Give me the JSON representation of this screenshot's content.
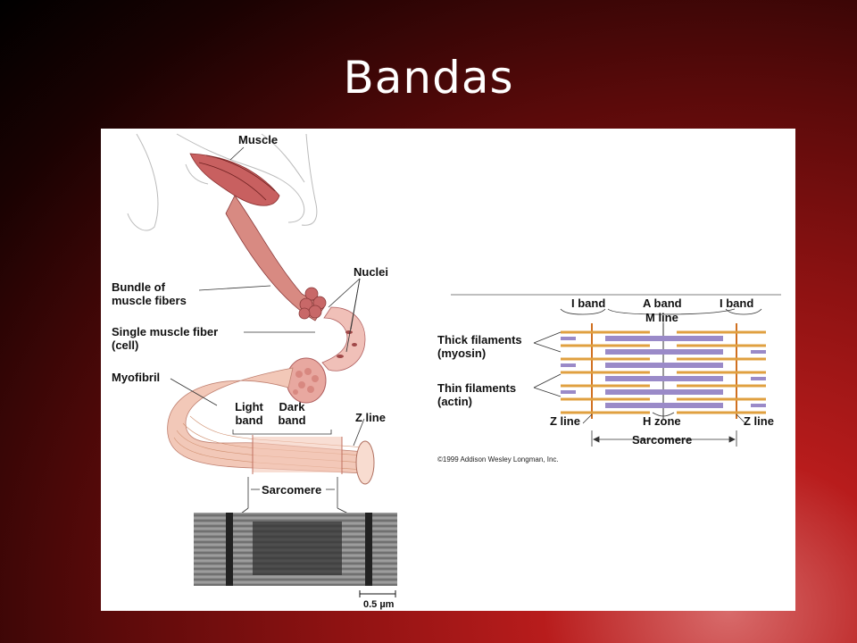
{
  "slide": {
    "title": "Bandas"
  },
  "left_panel": {
    "muscle": "Muscle",
    "bundle_line1": "Bundle of",
    "bundle_line2": "muscle fibers",
    "nuclei": "Nuclei",
    "single_fiber_line1": "Single muscle fiber",
    "single_fiber_line2": "(cell)",
    "myofibril": "Myofibril",
    "light_band_line1": "Light",
    "light_band_line2": "band",
    "dark_band_line1": "Dark",
    "dark_band_line2": "band",
    "z_line": "Z line",
    "sarcomere": "Sarcomere",
    "scale": "0.5 µm"
  },
  "right_panel": {
    "i_band_left": "I band",
    "a_band": "A band",
    "i_band_right": "I band",
    "m_line": "M line",
    "thick_line1": "Thick filaments",
    "thick_line2": "(myosin)",
    "thin_line1": "Thin filaments",
    "thin_line2": "(actin)",
    "z_line_left": "Z line",
    "h_zone": "H zone",
    "z_line_right": "Z line",
    "sarcomere": "Sarcomere",
    "copyright": "©1999 Addison Wesley Longman, Inc."
  },
  "colors": {
    "muscle_red": "#c85a5a",
    "fiber_pink": "#e8b0a8",
    "actin_orange": "#e0a040",
    "myosin_purple": "#9a8ac8"
  }
}
